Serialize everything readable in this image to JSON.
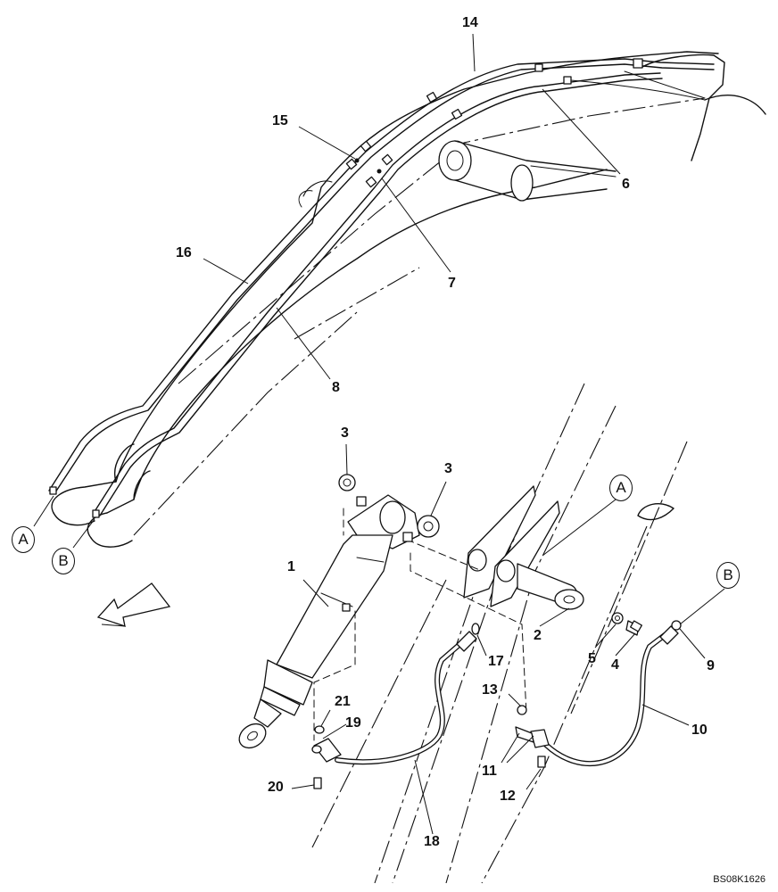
{
  "labels": {
    "p1": "1",
    "p2": "2",
    "p3a": "3",
    "p3b": "3",
    "p4": "4",
    "p5": "5",
    "p6": "6",
    "p7": "7",
    "p8": "8",
    "p9": "9",
    "p10": "10",
    "p11": "11",
    "p12": "12",
    "p13": "13",
    "p14": "14",
    "p15": "15",
    "p16": "16",
    "p17": "17",
    "p18": "18",
    "p19": "19",
    "p20": "20",
    "p21": "21"
  },
  "callouts": {
    "a_upper": "A",
    "b_upper": "B",
    "a_lower": "A",
    "b_lower": "B"
  },
  "reference": "BS08K1626",
  "icons": {
    "direction": "front-direction-arrow-icon"
  }
}
